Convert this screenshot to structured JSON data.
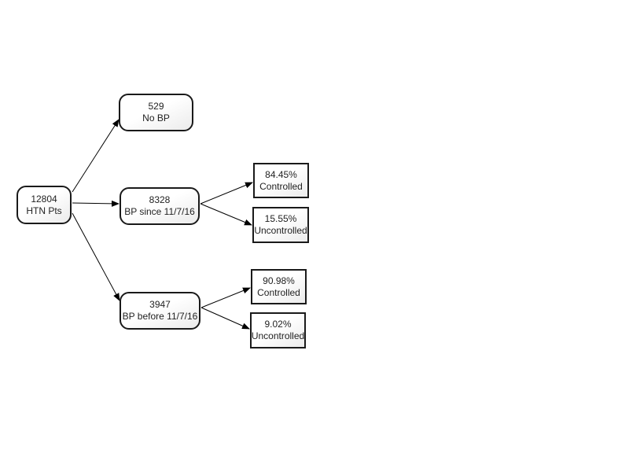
{
  "diagram": {
    "root": {
      "value": "12804",
      "label": "HTN Pts"
    },
    "no_bp": {
      "value": "529",
      "label": "No BP"
    },
    "bp_since": {
      "value": "8328",
      "label": "BP since 11/7/16",
      "controlled": {
        "value": "84.45%",
        "label": "Controlled"
      },
      "uncontrolled": {
        "value": "15.55%",
        "label": "Uncontrolled"
      }
    },
    "bp_before": {
      "value": "3947",
      "label": "BP before 11/7/16",
      "controlled": {
        "value": "90.98%",
        "label": "Controlled"
      },
      "uncontrolled": {
        "value": "9.02%",
        "label": "Uncontrolled"
      }
    }
  }
}
